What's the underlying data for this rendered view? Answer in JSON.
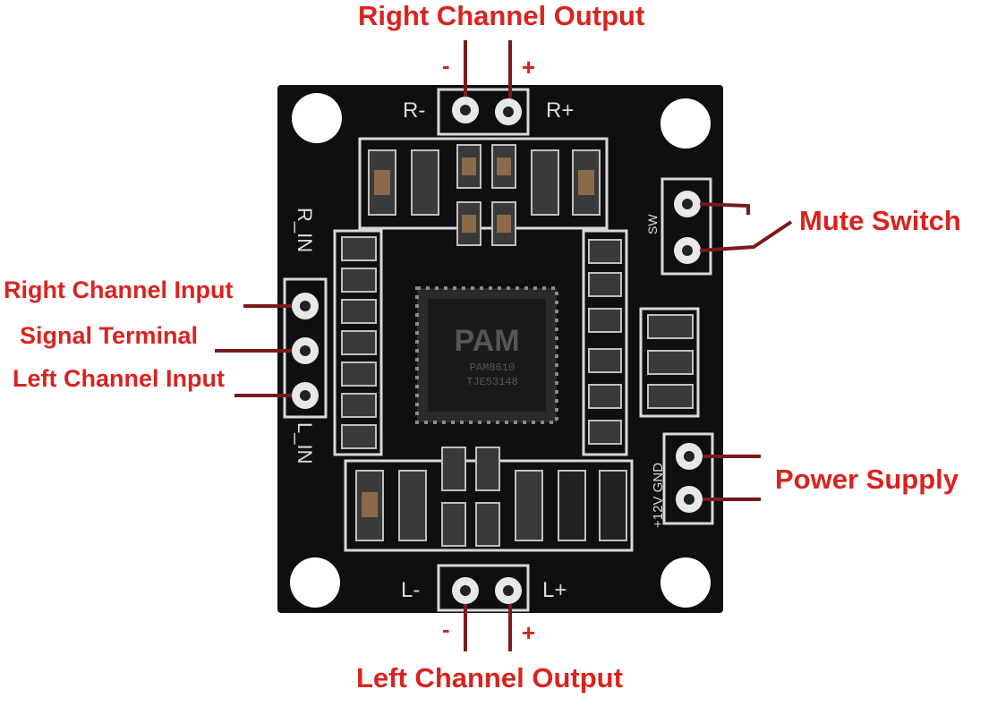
{
  "callouts": {
    "right_channel_output": "Right Channel Output",
    "left_channel_output": "Left Channel Output",
    "mute_switch": "Mute Switch",
    "power_supply": "Power Supply",
    "right_channel_input": "Right Channel Input",
    "signal_terminal": "Signal Terminal",
    "left_channel_input": "Left Channel Input",
    "minus": "-",
    "plus": "+"
  },
  "silkscreen": {
    "r_minus": "R-",
    "r_plus": "R+",
    "l_minus": "L-",
    "l_plus": "L+",
    "r_in": "R_IN",
    "l_in": "L_IN",
    "sw": "SW",
    "power": "+12V GND",
    "chip_logo": "PAM",
    "chip_part": "PAM8610",
    "chip_code": "TJE53148"
  },
  "colors": {
    "label_red": "#d9231f",
    "leader_line": "#7a1a1a",
    "board": "#0f0f0f",
    "silkscreen": "#dcdcdc"
  }
}
